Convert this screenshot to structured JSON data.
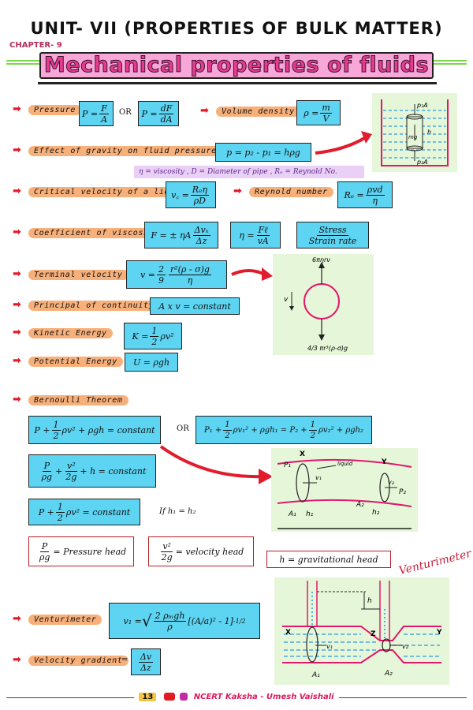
{
  "header": {
    "unit": "UNIT- VII (PROPERTIES OF BULK MATTER)",
    "chapter": "CHAPTER- 9",
    "title": "Mechanical properties of fluids"
  },
  "rows": {
    "pressure": {
      "label": "Pressure",
      "f1": {
        "lhs": "P =",
        "n": "F",
        "d": "A"
      },
      "or": "OR",
      "f2": {
        "lhs": "P =",
        "n": "dF",
        "d": "dA"
      }
    },
    "volume_density": {
      "label": "Volume density",
      "f": {
        "lhs": "ρ =",
        "n": "m",
        "d": "V"
      }
    },
    "gravity": {
      "label": "Effect of gravity on fluid pressure",
      "formula": "p = p₂ - p₁ = hρg"
    },
    "note": "η = viscosity , D = Diameter of pipe , Rₑ = Reynold No.",
    "critical": {
      "label": "Critical velocity of a liquid",
      "lhs": "v꜀ =",
      "n": "Rₑη",
      "d": "ρD"
    },
    "reynold": {
      "label": "Reynold number",
      "lhs": "Rₑ =",
      "n": "ρvd",
      "d": "η"
    },
    "viscosity": {
      "label": "Coefficient of viscosity",
      "f1": {
        "lhs": "F = ± ηA",
        "n": "Δvₓ",
        "d": "Δz"
      },
      "f2": {
        "lhs": "η =",
        "n": "Fℓ",
        "d": "vA"
      },
      "f3": {
        "n": "Stress",
        "d": "Strain rate"
      }
    },
    "terminal": {
      "label": "Terminal velocity",
      "lhs": "v =",
      "n1": "2",
      "d1": "9",
      "n2": "r²(ρ - σ)g",
      "d2": "η"
    },
    "continuity": {
      "label": "Principal of continuity",
      "formula": "A x v = constant"
    },
    "kinetic": {
      "label": "Kinetic Energy",
      "lhs": "K =",
      "n": "1",
      "d": "2",
      "rhs": "ρv²"
    },
    "potential": {
      "label": "Potential Energy",
      "formula": "U = ρgh"
    },
    "bernoulli": {
      "label": "Bernoulli Theorem"
    },
    "b1": {
      "a": "P +",
      "n": "1",
      "d": "2",
      "b": "ρv² + ρgh = constant"
    },
    "b_or": "OR",
    "b2": {
      "a": "P₁ +",
      "n": "1",
      "d": "2",
      "b": "ρv₁² + ρgh₁ = P₂ +",
      "n2": "1",
      "d2": "2",
      "c": "ρv₂² + ρgh₂"
    },
    "b3": {
      "n1": "P",
      "d1": "ρg",
      "plus1": "+",
      "n2": "v²",
      "d2": "2g",
      "rest": "+ h = constant"
    },
    "b4": {
      "a": "P +",
      "n": "1",
      "d": "2",
      "b": "ρv² = constant",
      "cond": "If h₁ = h₂"
    },
    "heads": {
      "pressure": {
        "n": "P",
        "d": "ρg",
        "text": "= Pressure head"
      },
      "velocity": {
        "n": "v²",
        "d": "2g",
        "text": "= velocity head"
      },
      "gravitational": {
        "text": "h = gravitational head"
      }
    },
    "venturi": {
      "label": "Venturimeter",
      "lhs": "v₁ =",
      "sqrt_n": "2 ρₘgh",
      "sqrt_d": "ρ",
      "bracket": "[(A/a)² - 1]",
      "exp": "-1/2"
    },
    "velgrad": {
      "label": "Velocity gradient",
      "eq": "=",
      "n": "Δv",
      "d": "Δz"
    }
  },
  "diagrams": {
    "pressure_fig": {
      "p1a": "p₁A",
      "p2a": "p₂A",
      "mg": "mg",
      "h": "h"
    },
    "terminal_fig": {
      "top": "6πηrv",
      "bottom": "4/3 πr³(ρ-σ)g",
      "v": "v"
    },
    "bernoulli_fig": {
      "x": "X",
      "y": "Y",
      "p1": "P₁",
      "p2": "P₂",
      "v1": "v₁",
      "v2": "v₂",
      "a1": "A₁",
      "a2": "A₂",
      "h1": "h₁",
      "h2": "h₂",
      "liquid": "liquid"
    },
    "venturi_fig": {
      "title": "Venturimeter",
      "x": "X",
      "y": "Y",
      "z": "Z",
      "h": "h",
      "v1": "v₁",
      "v2": "v₂",
      "a1": "A₁",
      "a2": "A₂"
    }
  },
  "footer": {
    "page": "13",
    "text": "NCERT Kaksha - Umesh Vaishali"
  },
  "colors": {
    "box": "#5cd4f2",
    "pill": "#f7b07a",
    "arrow": "#e21c2c",
    "panel": "#e6f6d8",
    "title_bg": "#f7a8d8"
  }
}
